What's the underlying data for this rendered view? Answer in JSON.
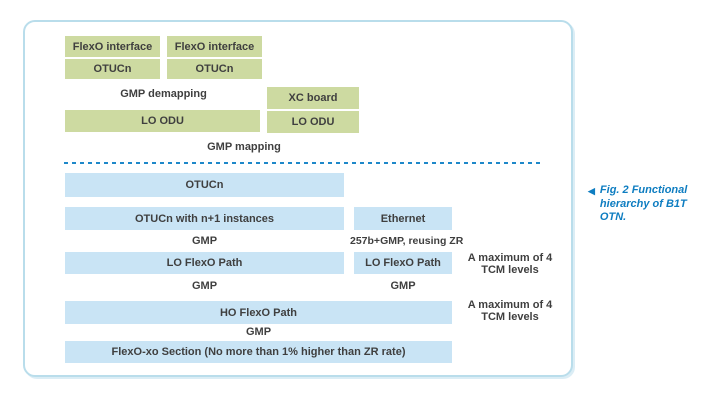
{
  "panel": {
    "upper": {
      "flexo_interface_1": "FlexO interface",
      "otucn_1": "OTUCn",
      "flexo_interface_2": "FlexO interface",
      "otucn_2": "OTUCn",
      "gmp_demapping": "GMP demapping",
      "lo_odu_left": "LO ODU",
      "xc_board": "XC board",
      "lo_odu_right": "LO ODU",
      "gmp_mapping": "GMP mapping"
    },
    "lower": {
      "otucn": "OTUCn",
      "otucn_n1": "OTUCn with n+1 instances",
      "gmp_1": "GMP",
      "lo_flexo_left": "LO FlexO Path",
      "gmp_2": "GMP",
      "ho_flexo": "HO FlexO Path",
      "gmp_3": "GMP",
      "flexo_xo_section": "FlexO-xo Section (No more than 1% higher than ZR rate)",
      "ethernet": "Ethernet",
      "reusing_zr": "257b+GMP, reusing ZR",
      "lo_flexo_right": "LO FlexO Path",
      "gmp_4": "GMP",
      "tcm_note_a_line1": "A maximum of 4",
      "tcm_note_a_line2": "TCM levels",
      "tcm_note_b_line1": "A maximum of 4",
      "tcm_note_b_line2": "TCM levels"
    }
  },
  "caption": {
    "arrow": "◀",
    "line1": "Fig. 2 Functional",
    "line2": "hierarchy of B1T OTN."
  },
  "colors": {
    "green_box": "#cddaa1",
    "blue_box": "#c9e4f5",
    "dashed_line": "#1e88c9",
    "panel_border": "#b9ddeb",
    "caption_text": "#0e7dc1",
    "box_text": "#3f3f3f"
  }
}
